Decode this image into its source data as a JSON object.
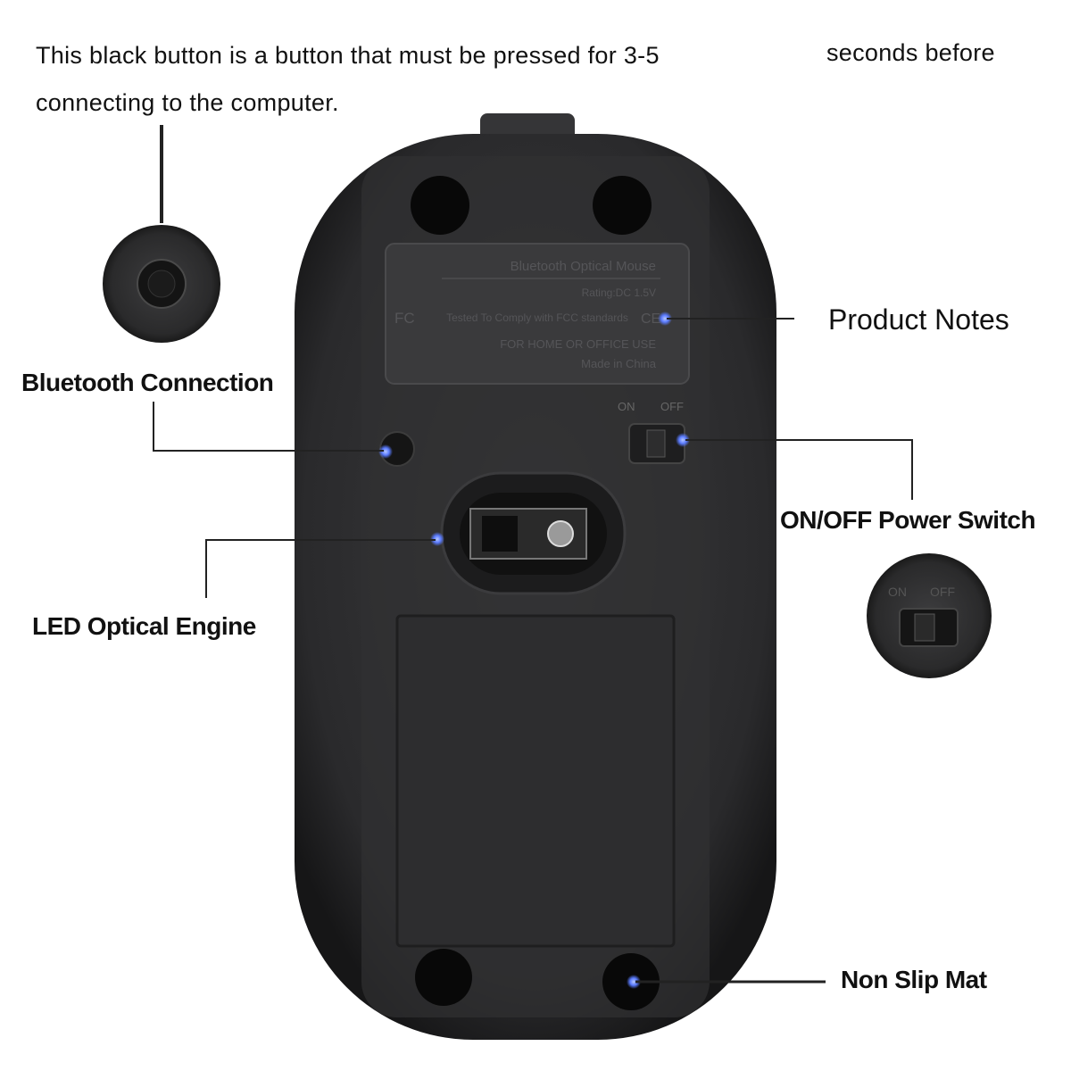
{
  "intro": {
    "line1a": "This black button is a button that must be pressed for 3-5",
    "line1b": "seconds before",
    "line2": "connecting to the computer."
  },
  "callouts": {
    "bluetooth": "Bluetooth Connection",
    "product_notes": "Product Notes",
    "power_switch": "ON/OFF Power Switch",
    "led_engine": "LED Optical Engine",
    "non_slip": "Non Slip Mat"
  },
  "product_label": {
    "title": "Bluetooth Optical Mouse",
    "rating": "Rating:DC 1.5V",
    "compliance": "Tested To Comply with FCC standards",
    "use": "FOR HOME OR OFFICE USE",
    "origin": "Made in China"
  },
  "switch_labels": {
    "on": "ON",
    "off": "OFF"
  },
  "colors": {
    "body": "#2c2c2e",
    "indicator_dot": "#5a7bff",
    "line": "#222222"
  }
}
